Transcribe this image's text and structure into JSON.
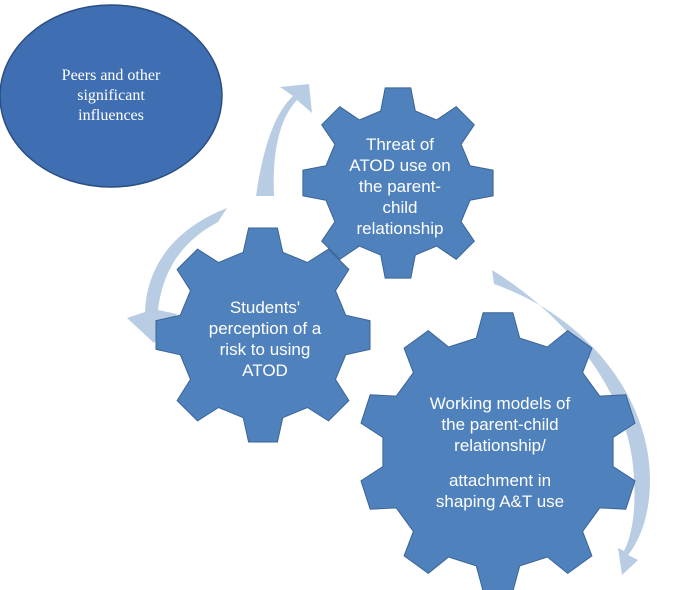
{
  "nodes": {
    "peers": {
      "lines": [
        "Peers and other",
        "significant",
        "influences"
      ]
    },
    "threat": {
      "lines": [
        "Threat of",
        "ATOD use on",
        "the parent-",
        "child",
        "relationship"
      ]
    },
    "students": {
      "lines": [
        "Students'",
        "perception of a",
        "risk to using",
        "ATOD"
      ]
    },
    "working": {
      "lines": [
        "Working models of",
        "the parent-child",
        "relationship/"
      ],
      "lines_b": [
        "attachment in",
        "shaping A&T use"
      ]
    }
  },
  "colors": {
    "gear_fill": "#4f81bd",
    "gear_stroke": "#3a6496",
    "ellipse_fill": "#3f6fb2",
    "ellipse_stroke": "#2c4f82",
    "arrow": "#b8cce4",
    "text": "#ffffff"
  }
}
